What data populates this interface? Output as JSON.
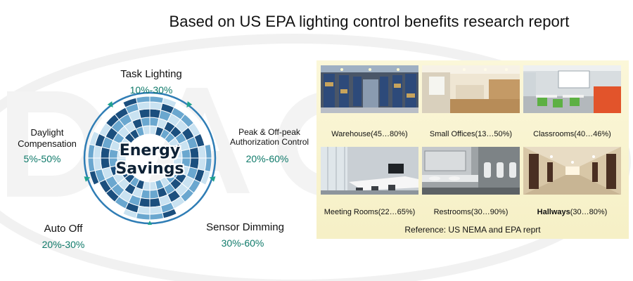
{
  "title": "Based on US EPA lighting control benefits research report",
  "wheel": {
    "center_line1": "Energy",
    "center_line2": "Savings",
    "segments": [
      {
        "label": "Task Lighting",
        "range": "10%-30%"
      },
      {
        "label": "Peak & Off-peak Authorization Control",
        "label_line1": "Peak & Off-peak",
        "label_line2": "Authorization Control",
        "range": "20%-60%"
      },
      {
        "label": "Sensor Dimming",
        "range": "30%-60%"
      },
      {
        "label": "Auto Off",
        "range": "20%-30%"
      },
      {
        "label": "Daylight Compensation",
        "label_line1": "Daylight",
        "label_line2": "Compensation",
        "range": "5%-50%"
      }
    ]
  },
  "applications": [
    {
      "name": "Warehouse",
      "range": "(45…80%)",
      "icon": "warehouse-photo"
    },
    {
      "name": "Small Offices",
      "range": "(13…50%)",
      "icon": "office-photo"
    },
    {
      "name": "Classrooms",
      "range": "(40…46%)",
      "icon": "classroom-photo"
    },
    {
      "name": "Meeting Rooms",
      "range": "(22…65%)",
      "icon": "meeting-room-photo"
    },
    {
      "name": "Restrooms",
      "range": "(30…90%)",
      "icon": "restroom-photo"
    },
    {
      "name": "Hallways",
      "range": "(30…80%)",
      "icon": "hallway-photo"
    }
  ],
  "reference": "Reference: US NEMA and EPA reprt",
  "colors": {
    "dark_blue": "#1b4f7e",
    "mid_blue": "#6aa7cf",
    "light_blue": "#c9e2f1",
    "teal": "#1fa28f",
    "panel": "#f8f3cf"
  }
}
